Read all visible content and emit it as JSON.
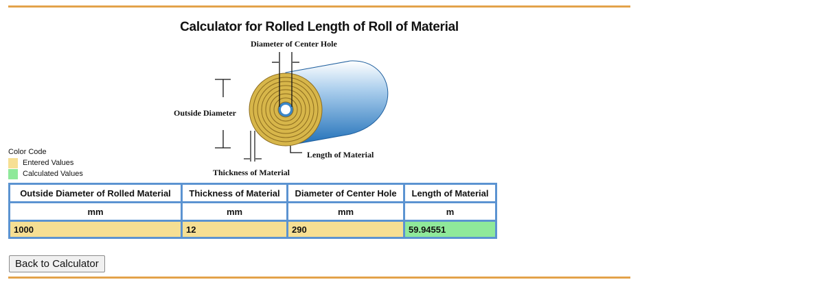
{
  "page": {
    "title": "Calculator for Rolled Length of Roll of Material"
  },
  "diagram": {
    "label_center_hole": "Diameter of Center Hole",
    "label_outside_diameter": "Outside Diameter",
    "label_length": "Length of Material",
    "label_thickness": "Thickness of Material",
    "colors": {
      "roll_face": "#d7b64a",
      "roll_ring": "#8a6a1e",
      "roll_body": "#2f7fc4",
      "roll_highlight": "#ffffff"
    }
  },
  "legend": {
    "header": "Color Code",
    "items": [
      {
        "label": "Entered Values",
        "color": "#f6df93"
      },
      {
        "label": "Calculated Values",
        "color": "#8fe99a"
      }
    ]
  },
  "table": {
    "border_color": "#5b93d1",
    "columns": [
      {
        "header": "Outside Diameter of Rolled Material",
        "unit": "mm",
        "value": "1000",
        "kind": "entered"
      },
      {
        "header": "Thickness of Material",
        "unit": "mm",
        "value": "12",
        "kind": "entered"
      },
      {
        "header": "Diameter of Center Hole",
        "unit": "mm",
        "value": "290",
        "kind": "entered"
      },
      {
        "header": "Length of Material",
        "unit": "m",
        "value": "59.94551",
        "kind": "calculated"
      }
    ]
  },
  "actions": {
    "back_label": "Back to Calculator"
  },
  "colors": {
    "rule": "#e3a24a",
    "entered": "#f6df93",
    "calculated": "#8fe99a"
  }
}
